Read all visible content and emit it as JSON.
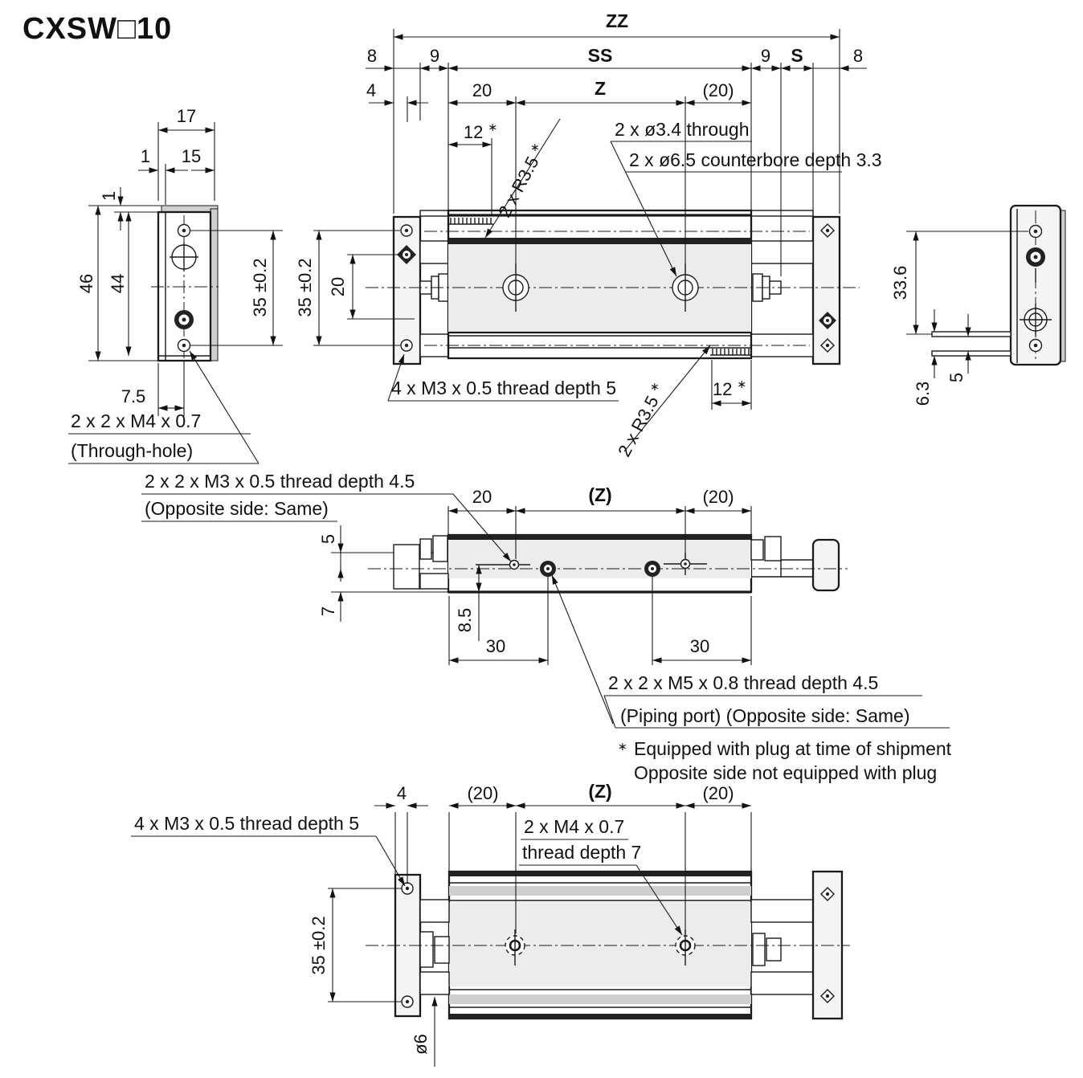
{
  "title": "CXSW□10",
  "mark": "∗",
  "left_view": {
    "d17": "17",
    "d1_h": "1",
    "d15": "15",
    "d1_v": "1",
    "d46": "46",
    "d44": "44",
    "d35": "35 ±0.2",
    "d7_5": "7.5",
    "thread_note": "2 x 2 x M4 x 0.7",
    "thread_note2": "(Through-hole)"
  },
  "top_view": {
    "zz": "ZZ",
    "d8_left": "8",
    "d9_left": "9",
    "ss": "SS",
    "d9_right": "9",
    "s": "S",
    "d8_right": "8",
    "d4": "4",
    "d20": "20",
    "z": "Z",
    "d20_paren": "(20)",
    "d12_left": "12",
    "r3_5": "2 x R3.5",
    "d12_right": "12",
    "dia34": "2 x ø3.4 through",
    "dia65": "2 x ø6.5 counterbore depth 3.3",
    "d35": "35 ±0.2",
    "d20_vert": "20",
    "m3_note": "4 x M3 x 0.5 thread depth 5"
  },
  "right_view": {
    "d33_6": "33.6",
    "d6_3": "6.3",
    "d5": "5"
  },
  "middle_view": {
    "m3_note": "2 x 2 x M3 x 0.5 thread depth 4.5",
    "m3_note2": "(Opposite side: Same)",
    "d20": "20",
    "z_paren": "(Z)",
    "d20_paren": "(20)",
    "d5": "5",
    "d7": "7",
    "d8_5": "8.5",
    "d30_left": "30",
    "d30_right": "30",
    "m5_note": "2 x 2 x M5 x 0.8 thread depth 4.5",
    "m5_note2": "(Piping port) (Opposite side: Same)",
    "plug_note1": "Equipped with plug at time of shipment",
    "plug_note2": "Opposite side not equipped with plug"
  },
  "bottom_view": {
    "d4": "4",
    "d20_left": "(20)",
    "z_paren": "(Z)",
    "d20_right": "(20)",
    "m3_note": "4 x M3 x 0.5 thread depth 5",
    "m4_note": "2 x M4 x 0.7",
    "m4_note2": "thread depth 7",
    "d35": "35 ±0.2",
    "dia6": "ø6"
  }
}
